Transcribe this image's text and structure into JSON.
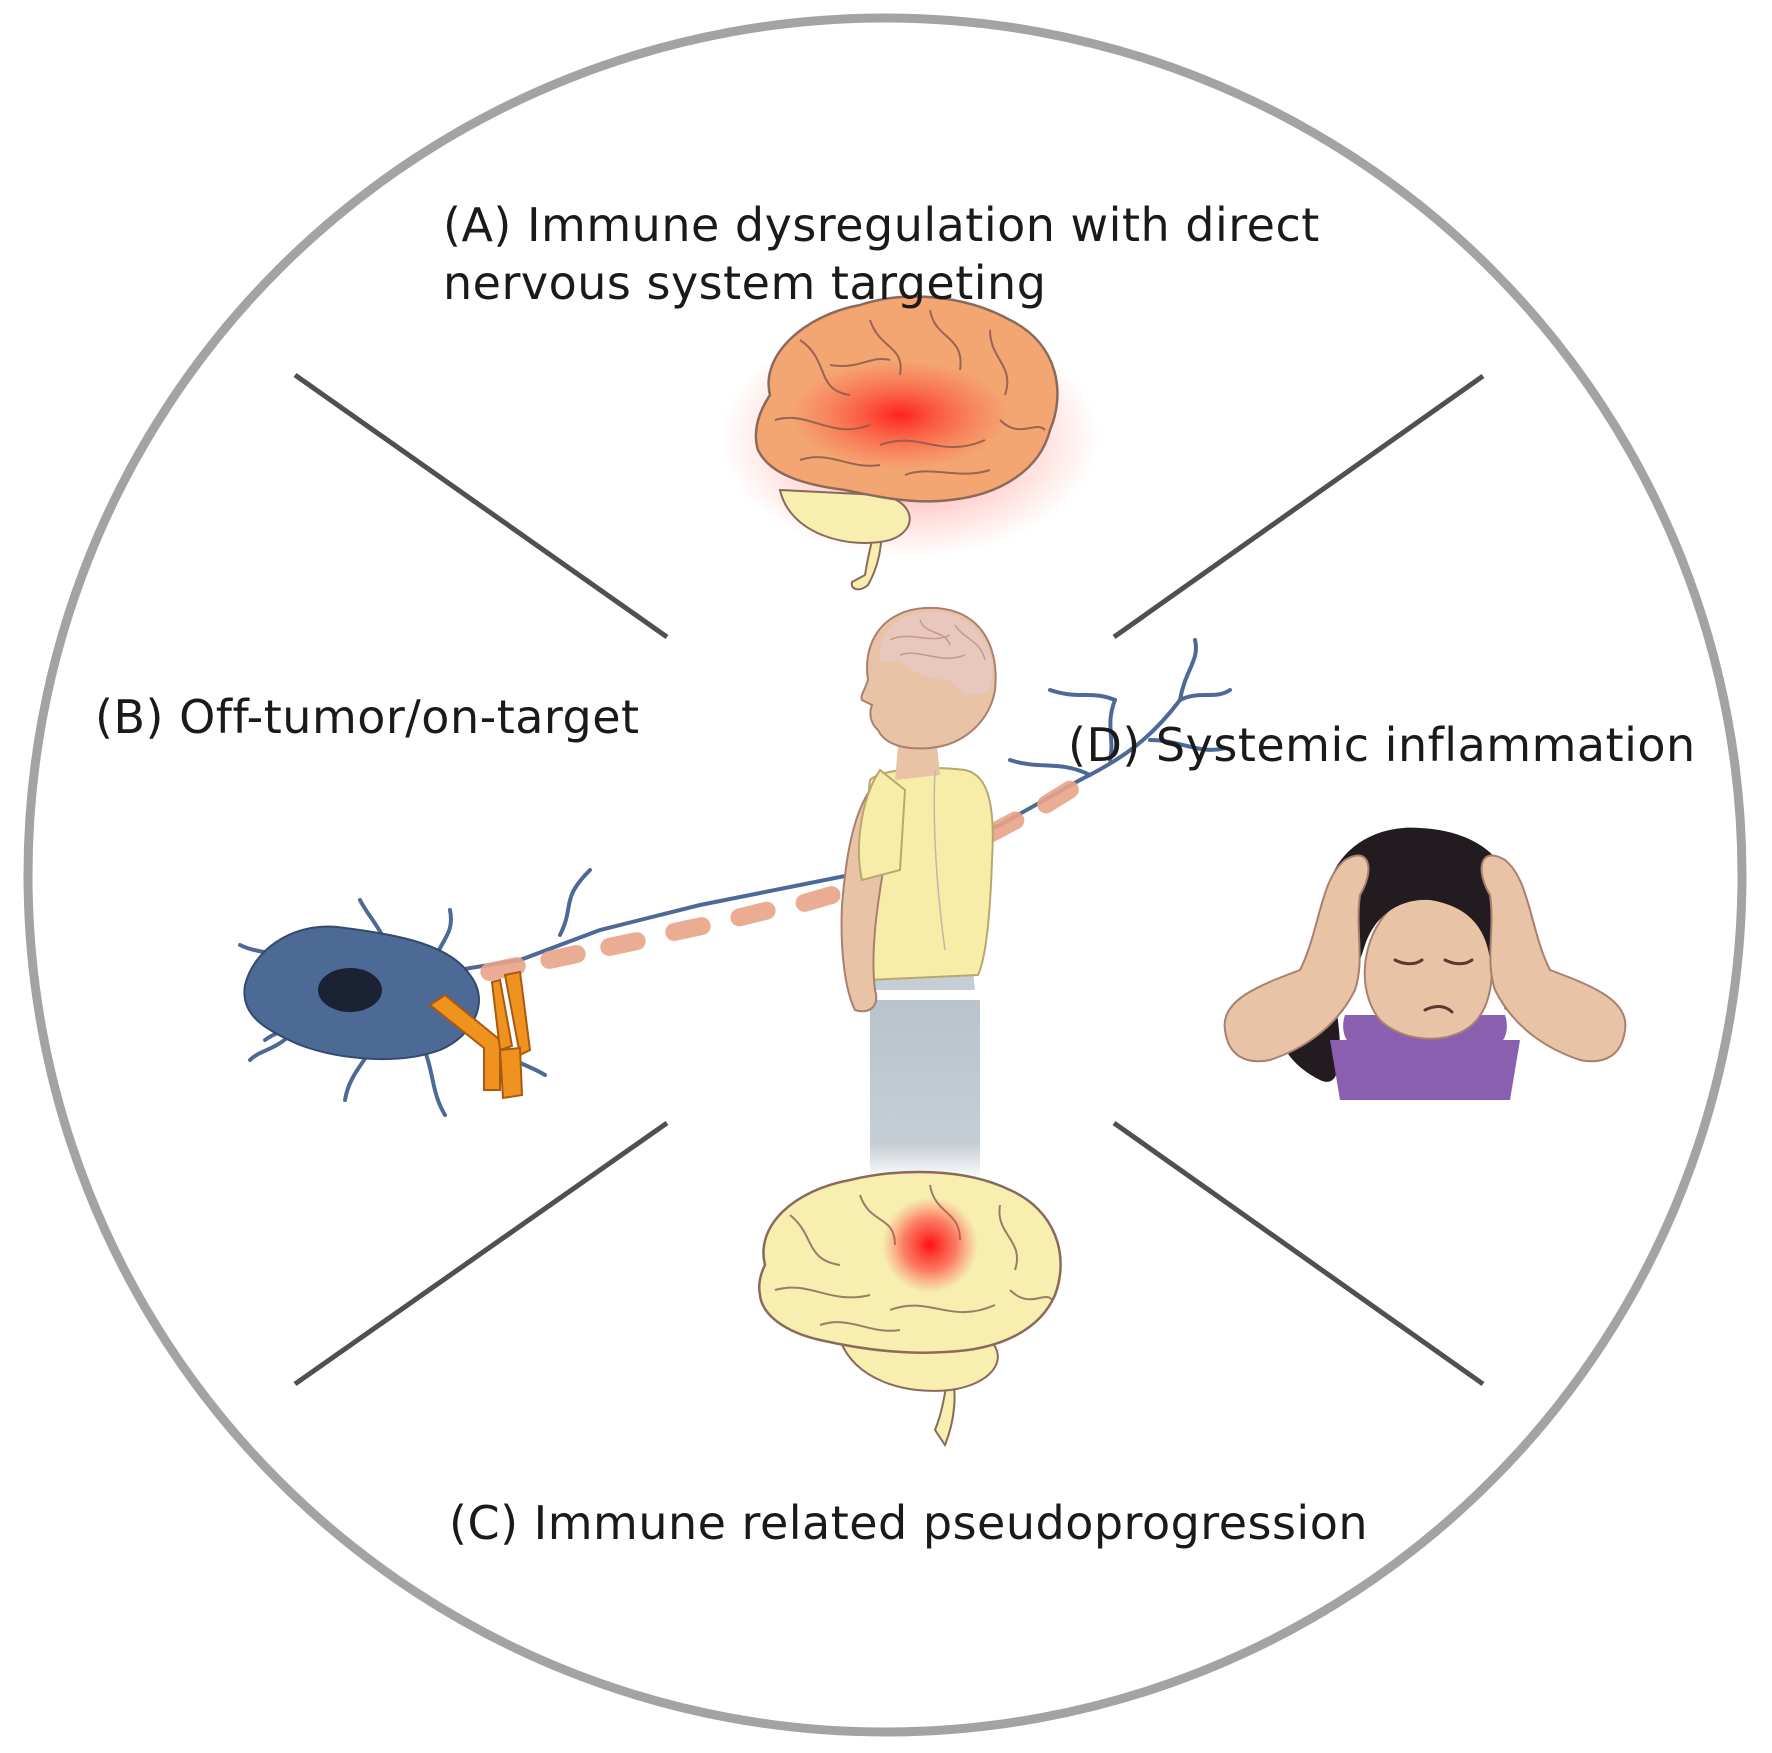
{
  "labels": {
    "a_line1": "(A) Immune dysregulation with direct",
    "a_line2": "nervous system targeting",
    "b": "(B) Off-tumor/on-target",
    "c": "(C) Immune related pseudoprogression",
    "d": "(D) Systemic inflammation"
  },
  "colors": {
    "circle_border": "#a3a3a3",
    "divider": "#505050",
    "brain_inflamed": "#f4a672",
    "brain_normal": "#f7eeb0",
    "inflammation_glow": "#ff1a1a",
    "neuron": "#4d6a96",
    "antibody": "#f0921e",
    "shirt_child": "#f7eda8",
    "shirt_girl": "#8a5fb0",
    "skin": "#e8c3a6"
  },
  "icons": [
    "inflamed-brain-icon",
    "neuron-icon",
    "antibody-icon",
    "child-figure-icon",
    "brain-lesion-icon",
    "headache-girl-icon"
  ]
}
